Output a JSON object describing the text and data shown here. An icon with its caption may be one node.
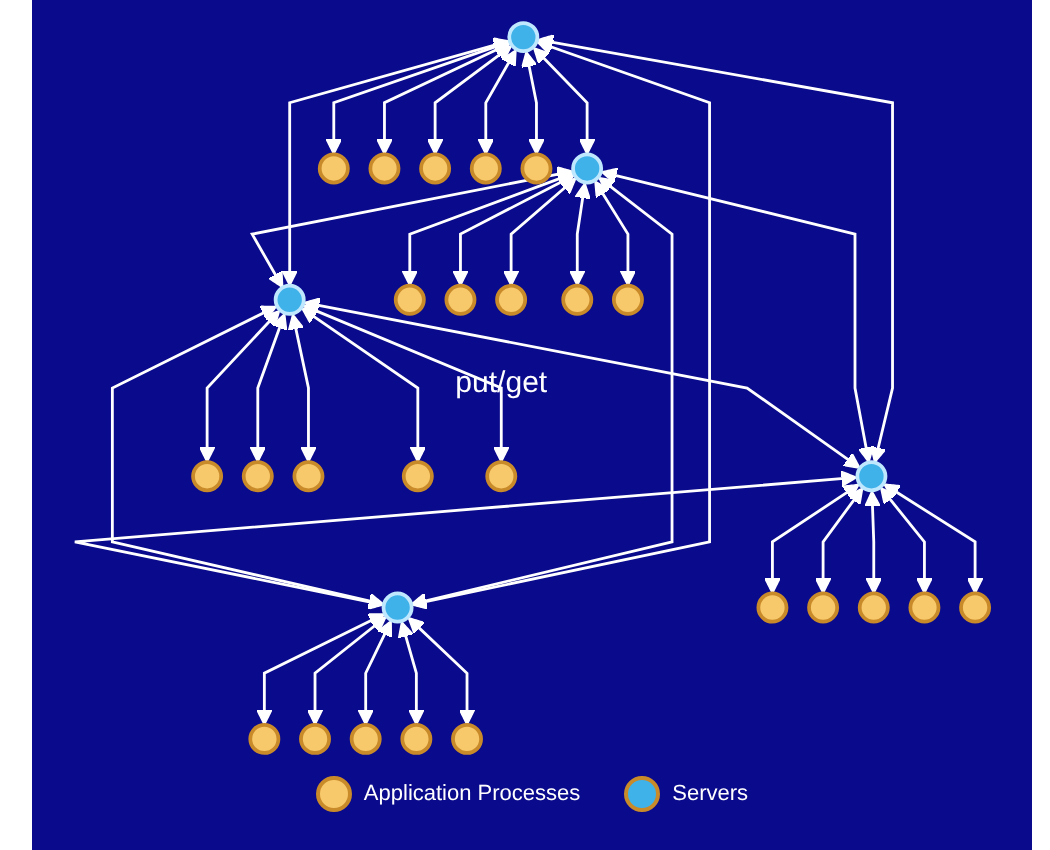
{
  "diagram": {
    "nodes": [
      {
        "text": [],
        "shape": "circle"
      },
      {
        "text": [],
        "shape": "circle"
      },
      {
        "text": [],
        "shape": "circle"
      },
      {
        "text": [],
        "shape": "circle"
      },
      {
        "text": [],
        "shape": "circle"
      },
      {
        "text": [],
        "shape": "circle"
      },
      {
        "text": [],
        "shape": "circle"
      },
      {
        "text": [],
        "shape": "circle"
      },
      {
        "text": [],
        "shape": "circle"
      },
      {
        "text": [],
        "shape": "circle"
      },
      {
        "text": [],
        "shape": "circle"
      },
      {
        "text": [],
        "shape": "circle"
      },
      {
        "text": [],
        "shape": "circle"
      },
      {
        "text": [],
        "shape": "circle"
      },
      {
        "text": [],
        "shape": "circle"
      },
      {
        "text": [],
        "shape": "circle"
      },
      {
        "text": [],
        "shape": "circle"
      },
      {
        "text": [],
        "shape": "circle"
      },
      {
        "text": [],
        "shape": "circle"
      },
      {
        "text": [],
        "shape": "circle"
      },
      {
        "text": [],
        "shape": "circle"
      },
      {
        "text": [],
        "shape": "circle"
      },
      {
        "text": [],
        "shape": "circle"
      },
      {
        "text": [],
        "shape": "circle"
      },
      {
        "text": [],
        "shape": "circle"
      },
      {
        "text": [],
        "shape": "circle"
      },
      {
        "text": [],
        "shape": "circle"
      },
      {
        "text": [],
        "shape": "circle"
      },
      {
        "text": [],
        "shape": "circle"
      },
      {
        "text": [],
        "shape": "circle"
      }
    ],
    "edges": [
      {
        "from": 0,
        "to": 1,
        "arrow": "both"
      },
      {
        "from": 0,
        "to": 2,
        "arrow": "both"
      },
      {
        "from": 0,
        "to": 3,
        "arrow": "both"
      },
      {
        "from": 0,
        "to": 4,
        "arrow": "both"
      },
      {
        "from": 1,
        "to": 2,
        "arrow": "both"
      },
      {
        "from": 1,
        "to": 3,
        "arrow": "both"
      },
      {
        "from": 1,
        "to": 4,
        "arrow": "both"
      },
      {
        "from": 2,
        "to": 3,
        "arrow": "both"
      },
      {
        "from": 2,
        "to": 4,
        "arrow": "both"
      },
      {
        "from": 3,
        "to": 4,
        "arrow": "both"
      },
      {
        "from": 0,
        "to": 5,
        "arrow": "both"
      },
      {
        "from": 0,
        "to": 6,
        "arrow": "both"
      },
      {
        "from": 0,
        "to": 7,
        "arrow": "both"
      },
      {
        "from": 0,
        "to": 8,
        "arrow": "both"
      },
      {
        "from": 0,
        "to": 9,
        "arrow": "both"
      },
      {
        "from": 1,
        "to": 10,
        "arrow": "both"
      },
      {
        "from": 1,
        "to": 11,
        "arrow": "both"
      },
      {
        "from": 1,
        "to": 12,
        "arrow": "both"
      },
      {
        "from": 1,
        "to": 13,
        "arrow": "both"
      },
      {
        "from": 1,
        "to": 14,
        "arrow": "both"
      },
      {
        "from": 2,
        "to": 15,
        "arrow": "both"
      },
      {
        "from": 2,
        "to": 16,
        "arrow": "both"
      },
      {
        "from": 2,
        "to": 17,
        "arrow": "both"
      },
      {
        "from": 2,
        "to": 18,
        "arrow": "both"
      },
      {
        "from": 2,
        "to": 19,
        "arrow": "both",
        "label": "put/get"
      },
      {
        "from": 3,
        "to": 20,
        "arrow": "both"
      },
      {
        "from": 3,
        "to": 21,
        "arrow": "both"
      },
      {
        "from": 3,
        "to": 22,
        "arrow": "both"
      },
      {
        "from": 3,
        "to": 23,
        "arrow": "both"
      },
      {
        "from": 3,
        "to": 24,
        "arrow": "both"
      },
      {
        "from": 4,
        "to": 25,
        "arrow": "both"
      },
      {
        "from": 4,
        "to": 26,
        "arrow": "both"
      },
      {
        "from": 4,
        "to": 27,
        "arrow": "both"
      },
      {
        "from": 4,
        "to": 28,
        "arrow": "both"
      },
      {
        "from": 4,
        "to": 29,
        "arrow": "both"
      }
    ],
    "legend": [
      {
        "text": "Application Processes",
        "color": "#f7c96b"
      },
      {
        "text": "Servers",
        "color": "#3fb2ea"
      }
    ]
  }
}
